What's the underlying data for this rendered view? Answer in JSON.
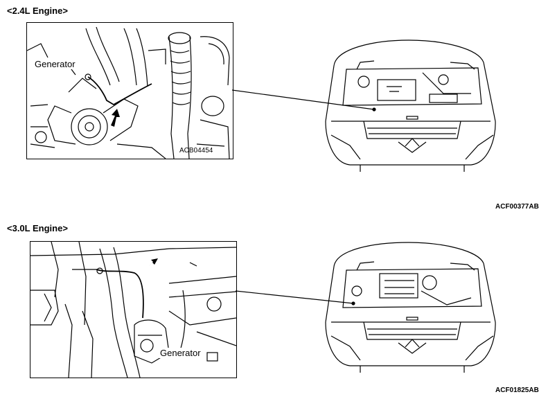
{
  "section_1": {
    "title": "<2.4L Engine>",
    "detail_label": "Generator",
    "detail_code": "ACB04454",
    "figure_code": "ACF00377AB"
  },
  "section_2": {
    "title": "<3.0L Engine>",
    "detail_label": "Generator",
    "figure_code": "ACF01825AB"
  }
}
